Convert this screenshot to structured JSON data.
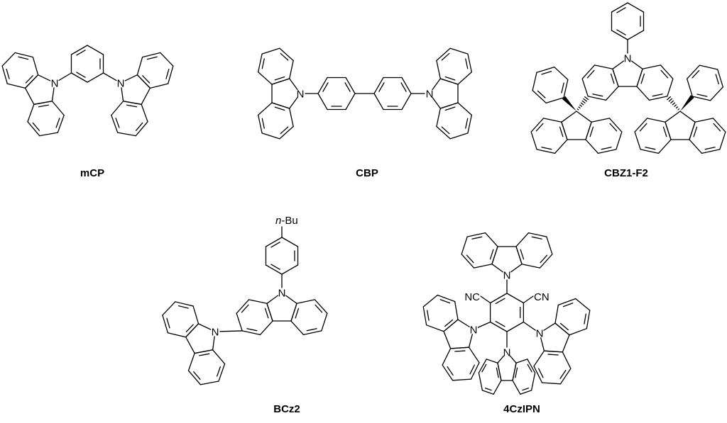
{
  "molecules": [
    {
      "name": "mCP"
    },
    {
      "name": "CBP"
    },
    {
      "name": "CBZ1-F2"
    },
    {
      "name": "BCz2"
    },
    {
      "name": "4CzIPN"
    }
  ],
  "atoms": {
    "nitrogen": "N",
    "nitrile_left": "NC",
    "nitrile_right": "CN",
    "butyl_italic": "n",
    "butyl_rest": "-Bu"
  }
}
